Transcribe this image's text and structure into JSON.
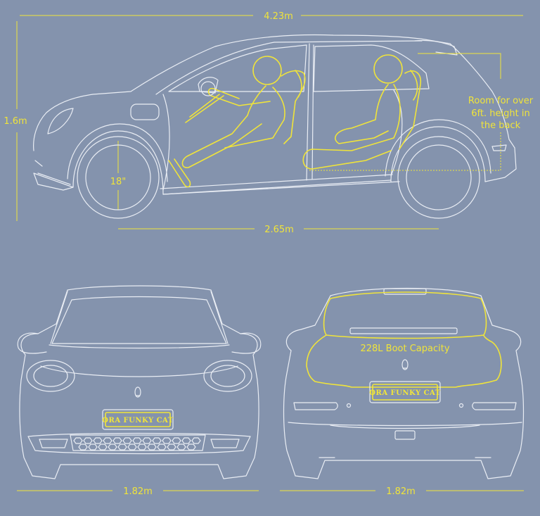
{
  "dimensions": {
    "length": "4.23m",
    "height": "1.6m",
    "wheel_size": "18\"",
    "wheelbase": "2.65m",
    "front_width": "1.82m",
    "rear_width": "1.82m"
  },
  "notes": {
    "headroom_line1": "Room for over",
    "headroom_line2": "6ft. height in",
    "headroom_line3": "the back",
    "boot_capacity": "228L Boot Capacity"
  },
  "plates": {
    "front": "ORA FUNKY CAT",
    "rear": "ORA FUNKY CAT"
  },
  "colors": {
    "background": "#8493ad",
    "outline": "#e9edf4",
    "highlight": "#f0e43a"
  }
}
